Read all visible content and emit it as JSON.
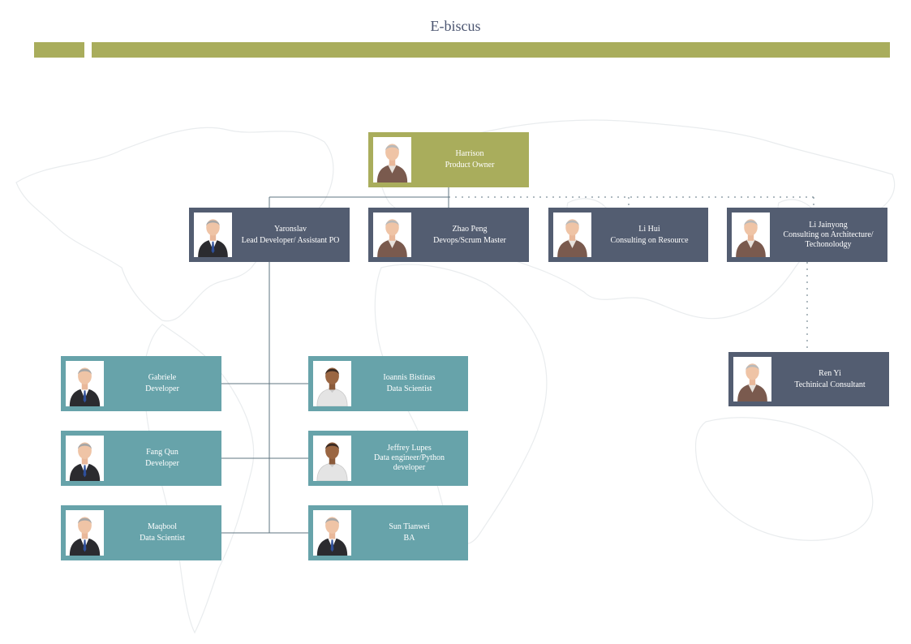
{
  "title": "E-biscus",
  "colors": {
    "accent_bar": "#a9ad5c",
    "root": "#a9ad5c",
    "management": "#535d71",
    "team": "#67a3aa",
    "title_text": "#4a5470"
  },
  "root": {
    "name": "Harrison",
    "role": "Product Owner",
    "avatar": "senior-man-icon"
  },
  "management": [
    {
      "name": "Yaronslav",
      "role": "Lead Developer/ Assistant PO",
      "avatar": "man-suit-icon"
    },
    {
      "name": "Zhao Peng",
      "role": "Devops/Scrum Master",
      "avatar": "senior-man-icon"
    },
    {
      "name": "Li Hui",
      "role": "Consulting on Resource",
      "avatar": "senior-man-icon"
    },
    {
      "name": "Li Jainyong",
      "role": "Consulting on Architecture/ Techonolodgy",
      "avatar": "senior-man-icon"
    }
  ],
  "team_left": [
    {
      "name": "Gabriele",
      "role": "Developer",
      "avatar": "man-suit-icon"
    },
    {
      "name": "Fang Qun",
      "role": "Developer",
      "avatar": "man-suit-icon"
    },
    {
      "name": "Maqbool",
      "role": "Data Scientist",
      "avatar": "man-suit-icon"
    }
  ],
  "team_right": [
    {
      "name": "Ioannis Bistinas",
      "role": "Data Scientist",
      "avatar": "casual-man-icon"
    },
    {
      "name": "Jeffrey Lupes",
      "role": "Data engineer/Python developer",
      "avatar": "casual-man-icon"
    },
    {
      "name": "Sun Tianwei",
      "role": "BA",
      "avatar": "man-suit-icon"
    }
  ],
  "consultant": {
    "name": "Ren Yi",
    "role": "Techinical Consultant",
    "avatar": "senior-man-icon"
  }
}
